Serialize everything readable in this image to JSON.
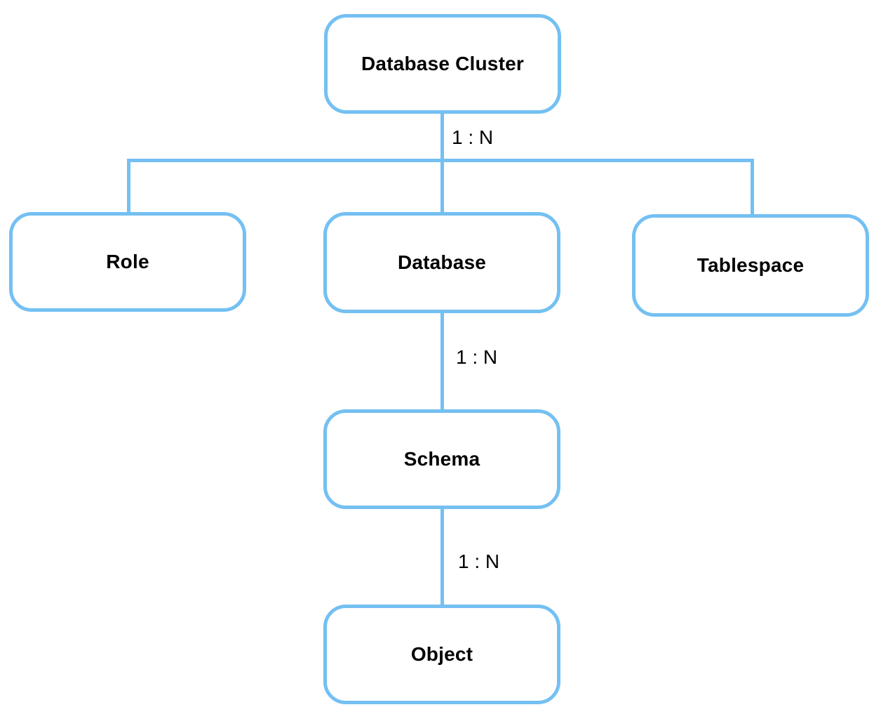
{
  "diagram": {
    "background_color": "#ffffff",
    "accent_color": "#74C0F2",
    "text_color": "#000000",
    "nodes": [
      {
        "id": "database-cluster",
        "label": "Database Cluster"
      },
      {
        "id": "role",
        "label": "Role"
      },
      {
        "id": "database",
        "label": "Database"
      },
      {
        "id": "tablespace",
        "label": "Tablespace"
      },
      {
        "id": "schema",
        "label": "Schema"
      },
      {
        "id": "object",
        "label": "Object"
      }
    ],
    "edges": [
      {
        "from": "Database Cluster",
        "to": "Role, Database, Tablespace",
        "label": "1 : N"
      },
      {
        "from": "Database",
        "to": "Schema",
        "label": "1 : N"
      },
      {
        "from": "Schema",
        "to": "Object",
        "label": "1 : N"
      }
    ]
  }
}
